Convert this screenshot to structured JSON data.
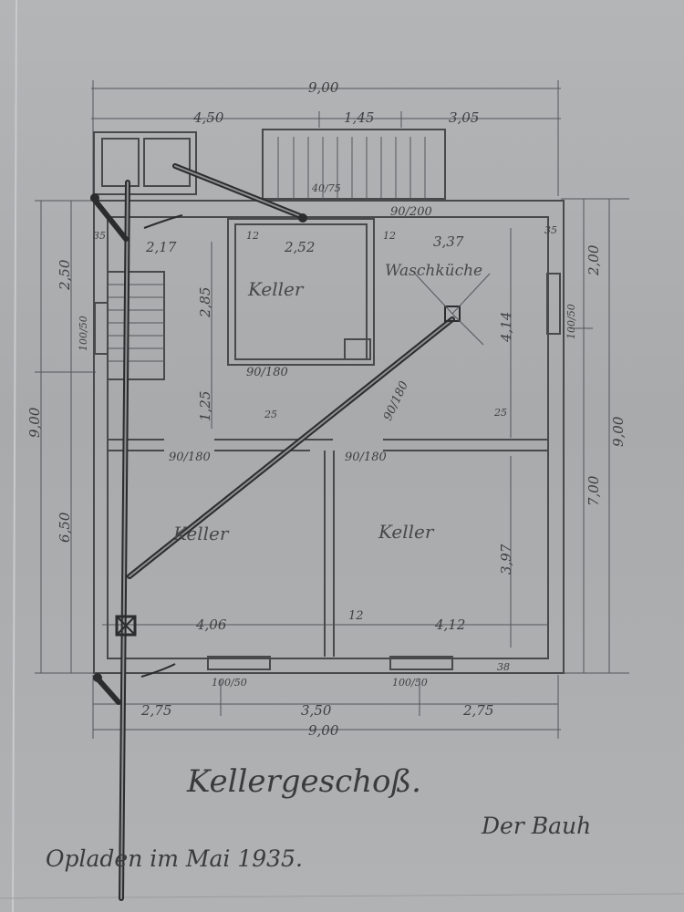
{
  "drawing": {
    "title": "Kellergeschoß.",
    "place_date": "Opladen im Mai 1935.",
    "signature": "Der Bauh"
  },
  "dimensions": {
    "top_total": "9,00",
    "top_left": "4,50",
    "top_mid": "1,45",
    "top_right": "3,05",
    "bottom_total": "9,00",
    "bottom_left": "2,75",
    "bottom_mid": "3,50",
    "bottom_right": "2,75",
    "left_outer": "9,00",
    "left_upper": "2,50",
    "left_lower": "6,50",
    "right_outer": "9,00",
    "right_upper": "2,00",
    "right_lower": "7,00",
    "room_w_217": "2,17",
    "room_w_252": "2,52",
    "room_w_337": "3,37",
    "height_285": "2,85",
    "height_125": "1,25",
    "height_414": "4,14",
    "height_397": "3,97",
    "bottom_w_406": "4,06",
    "bottom_w_412": "4,12",
    "wall_12a": "12",
    "wall_12b": "12",
    "wall_12c": "12",
    "wall_25a": "25",
    "wall_25b": "25",
    "wall_35a": "35",
    "wall_35b": "35",
    "wall_38": "38",
    "door_90_180a": "90/180",
    "door_90_180b": "90/180",
    "door_90_180c": "90/180",
    "door_90_180d": "90/180",
    "door_90_200": "90/200",
    "stair_40_75": "40/75",
    "win_100_50a": "100/50",
    "win_100_50b": "100/50",
    "win_100_50c": "100/50",
    "win_100_50d": "100/50"
  },
  "rooms": {
    "keller_top": "Keller",
    "waschkueche": "Waschküche",
    "keller_left": "Keller",
    "keller_right": "Keller"
  }
}
